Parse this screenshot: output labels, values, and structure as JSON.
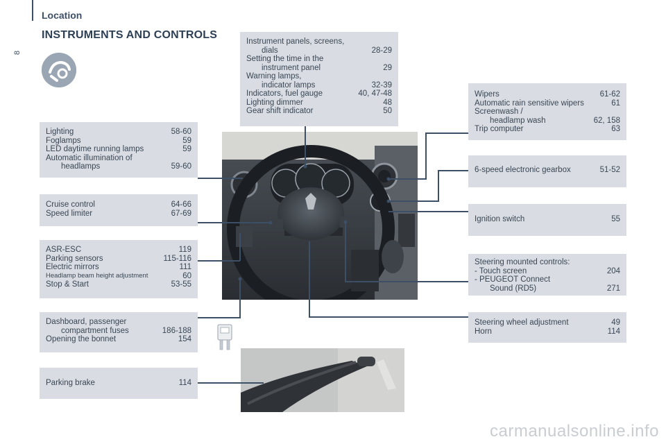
{
  "header": {
    "section": "Location",
    "page_number": "8",
    "title": "INSTRUMENTS AND CONTROLS"
  },
  "boxes": {
    "instruments": [
      {
        "label": "Instrument panels, screens,",
        "page": ""
      },
      {
        "label": "dials",
        "page": "28-29",
        "indent": true
      },
      {
        "label": "Setting the time in the",
        "page": ""
      },
      {
        "label": "instrument panel",
        "page": "29",
        "indent": true
      },
      {
        "label": "Warning lamps,",
        "page": ""
      },
      {
        "label": "indicator lamps",
        "page": "32-39",
        "indent": true
      },
      {
        "label": "Indicators, fuel gauge",
        "page": "40, 47-48"
      },
      {
        "label": "Lighting dimmer",
        "page": "48"
      },
      {
        "label": "Gear shift indicator",
        "page": "50"
      }
    ],
    "lighting": [
      {
        "label": "Lighting",
        "page": "58-60"
      },
      {
        "label": "Foglamps",
        "page": "59"
      },
      {
        "label": "LED daytime running lamps",
        "page": "59"
      },
      {
        "label": "Automatic illumination of",
        "page": ""
      },
      {
        "label": "headlamps",
        "page": "59-60",
        "indent": true
      }
    ],
    "cruise": [
      {
        "label": "Cruise control",
        "page": "64-66"
      },
      {
        "label": "Speed limiter",
        "page": "67-69"
      }
    ],
    "asr": [
      {
        "label": "ASR-ESC",
        "page": "119"
      },
      {
        "label": "Parking sensors",
        "page": "115-116"
      },
      {
        "label": "Electric mirrors",
        "page": "111"
      },
      {
        "label": "Headlamp beam height adjustment",
        "page": "60",
        "small": true
      },
      {
        "label": "Stop & Start",
        "page": "53-55"
      }
    ],
    "dashboard": [
      {
        "label": "Dashboard, passenger",
        "page": ""
      },
      {
        "label": "compartment fuses",
        "page": "186-188",
        "indent": true
      },
      {
        "label": "Opening the bonnet",
        "page": "154"
      }
    ],
    "brake": [
      {
        "label": "Parking brake",
        "page": "114"
      }
    ],
    "wipers": [
      {
        "label": "Wipers",
        "page": "61-62"
      },
      {
        "label": "Automatic rain sensitive wipers",
        "page": "61"
      },
      {
        "label": "Screenwash /",
        "page": ""
      },
      {
        "label": "headlamp wash",
        "page": "62, 158",
        "indent": true
      },
      {
        "label": "Trip computer",
        "page": "63"
      }
    ],
    "gearbox": [
      {
        "label": "6-speed electronic gearbox",
        "page": "51-52"
      }
    ],
    "ignition": [
      {
        "label": "Ignition switch",
        "page": "55"
      }
    ],
    "steering_controls": [
      {
        "label": "Steering mounted controls:",
        "page": ""
      },
      {
        "label": "-  Touch screen",
        "page": "204"
      },
      {
        "label": "-  PEUGEOT Connect",
        "page": ""
      },
      {
        "label": "Sound (RD5)",
        "page": "271",
        "indent": true
      }
    ],
    "steering_wheel": [
      {
        "label": "Steering wheel adjustment",
        "page": "49"
      },
      {
        "label": "Horn",
        "page": "114"
      }
    ]
  },
  "watermark": "carmanualsonline.info",
  "colors": {
    "box_bg": "#d9dde3",
    "leader": "#3d4f66",
    "text": "#3a4654"
  }
}
